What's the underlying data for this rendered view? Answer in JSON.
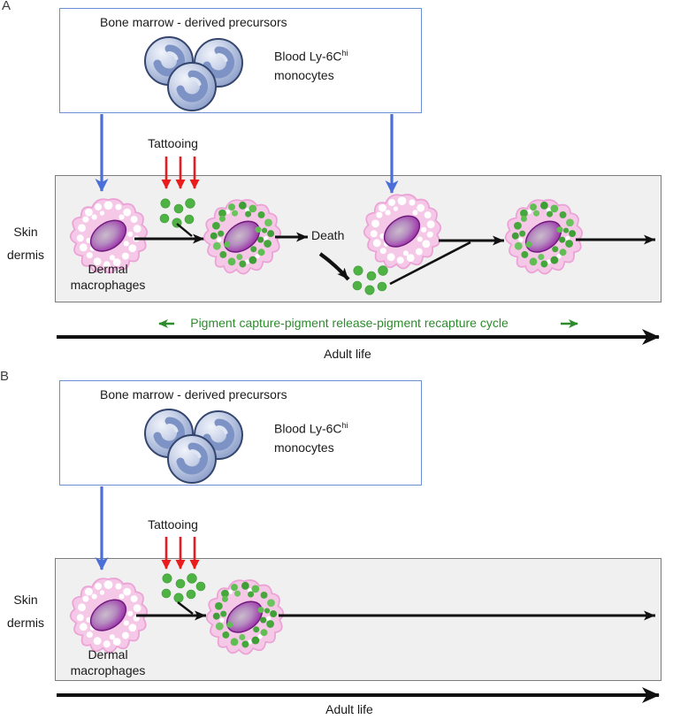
{
  "panel_a": {
    "panel_label": "A",
    "precursor_box_title": "Bone marrow - derived precursors",
    "monocyte_label_main": "Blood Ly-6C",
    "monocyte_label_sup": "hi",
    "monocyte_label_line2": "monocytes",
    "tattooing_label": "Tattooing",
    "skin_label_line1": "Skin",
    "skin_label_line2": "dermis",
    "macrophage_label_line1": "Dermal",
    "macrophage_label_line2": "macrophages",
    "death_label": "Death",
    "cycle_label": "Pigment capture-pigment release-pigment recapture cycle",
    "timeline_label": "Adult life"
  },
  "panel_b": {
    "panel_label": "B",
    "precursor_box_title": "Bone marrow - derived precursors",
    "monocyte_label_main": "Blood Ly-6C",
    "monocyte_label_sup": "hi",
    "monocyte_label_line2": "monocytes",
    "tattooing_label": "Tattooing",
    "skin_label_line1": "Skin",
    "skin_label_line2": "dermis",
    "macrophage_label_line1": "Dermal",
    "macrophage_label_line2": "macrophages",
    "timeline_label": "Adult life"
  },
  "colors": {
    "precursor_box_border": "#6e8ed6",
    "monocyte_arrow_blue": "#4a6fd8",
    "tattoo_arrow_red": "#e81c1c",
    "pigment_green": "#4fb244",
    "cycle_text_green": "#2e8b2e",
    "dermis_fill": "#f0f0f0",
    "dermis_border": "#7c7c7c",
    "macrophage_pink": "#f6c8e7",
    "nucleus_purple": "#8c2399",
    "monocyte_blue": "#9cabd0",
    "arrow_black": "#111111"
  }
}
